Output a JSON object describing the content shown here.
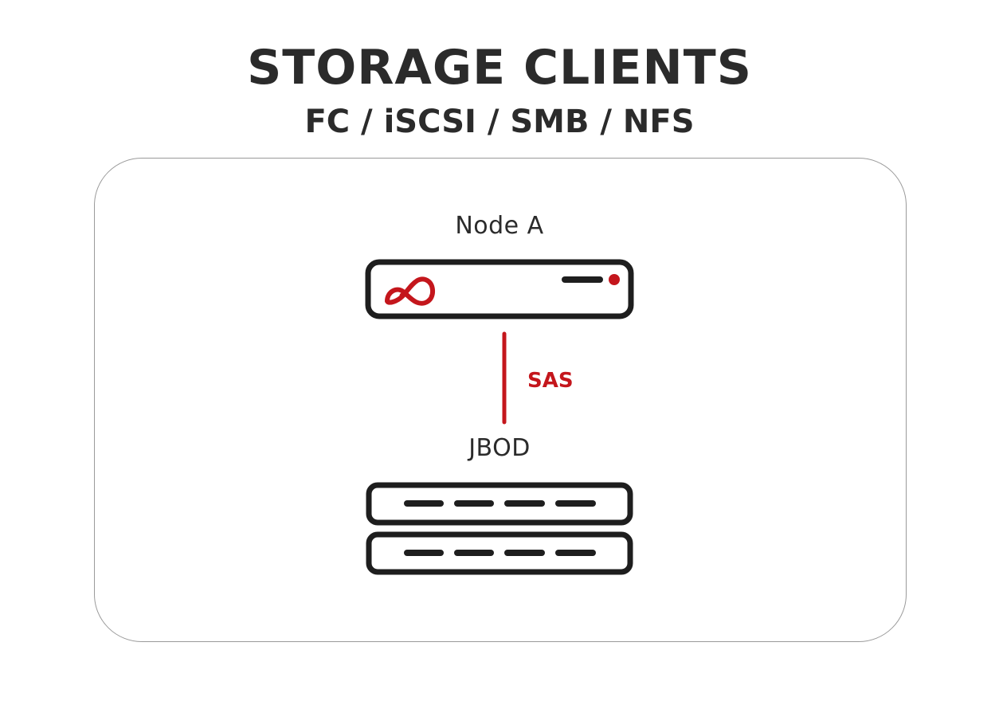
{
  "header": {
    "title": "STORAGE CLIENTS",
    "subtitle": "FC / iSCSI / SMB / NFS"
  },
  "nodes": {
    "node_a": {
      "label": "Node A"
    },
    "jbod": {
      "label": "JBOD"
    }
  },
  "link": {
    "label": "SAS"
  },
  "icons": {
    "server": "server-icon",
    "logo": "infinity-logo-icon",
    "jbod": "jbod-icon"
  },
  "colors": {
    "accent": "#c4161c",
    "outline": "#1e1e1e",
    "text": "#2b2b2b",
    "panel_border": "#9a9a9a"
  }
}
